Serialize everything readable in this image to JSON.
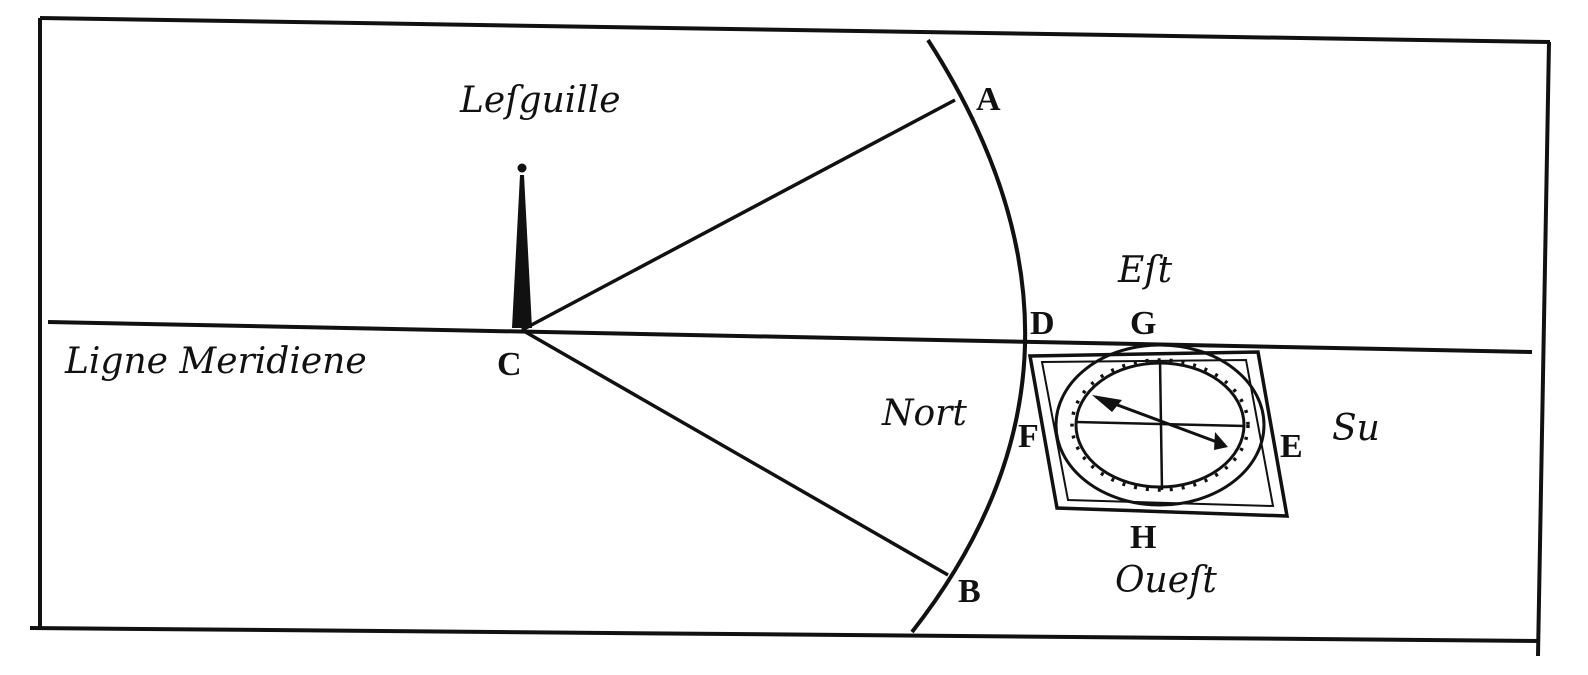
{
  "labels": {
    "needle": "Leſguille",
    "meridian": "Ligne Meridiene",
    "east": "Eſt",
    "north": "Nort",
    "south": "Su",
    "west": "Oueſt"
  },
  "points": {
    "A": "A",
    "B": "B",
    "C": "C",
    "D": "D",
    "E": "E",
    "F": "F",
    "G": "G",
    "H": "H"
  },
  "colors": {
    "ink": "#111111",
    "paper": "#ffffff"
  }
}
